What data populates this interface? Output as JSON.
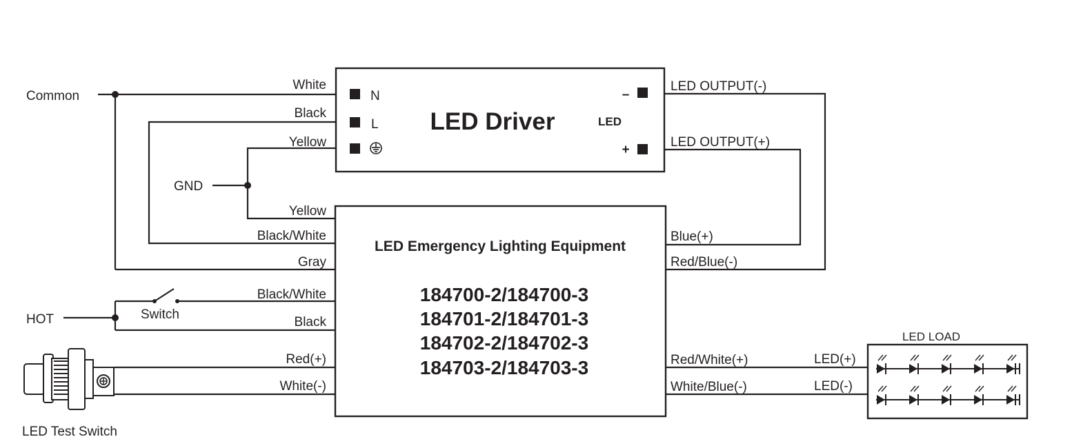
{
  "colors": {
    "ink": "#231f20",
    "background": "#ffffff"
  },
  "driver": {
    "title": "LED Driver",
    "led_tag": "LED",
    "terminal_n": "N",
    "terminal_l": "L",
    "terminal_minus": "–",
    "terminal_plus": "+",
    "ground_icon": "ground-symbol-icon"
  },
  "equipment": {
    "title": "LED Emergency Lighting Equipment",
    "models": [
      "184700-2/184700-3",
      "184701-2/184701-3",
      "184702-2/184702-3",
      "184703-2/184703-3"
    ]
  },
  "sources": {
    "common": "Common",
    "gnd": "GND",
    "hot": "HOT",
    "switch": "Switch",
    "test_switch": "LED Test Switch"
  },
  "wires_left": {
    "driver_white": "White",
    "driver_black": "Black",
    "driver_yellow": "Yellow",
    "equip_yellow": "Yellow",
    "equip_black_white_1": "Black/White",
    "equip_gray": "Gray",
    "equip_black_white_2": "Black/White",
    "equip_black": "Black",
    "equip_red": "Red(+)",
    "equip_white": "White(-)"
  },
  "wires_right": {
    "led_output_minus": "LED OUTPUT(-)",
    "led_output_plus": "LED OUTPUT(+)",
    "blue_plus": "Blue(+)",
    "red_blue_minus": "Red/Blue(-)",
    "red_white_plus": "Red/White(+)",
    "white_blue_minus": "White/Blue(-)"
  },
  "load": {
    "title": "LED LOAD",
    "led_plus": "LED(+)",
    "led_minus": "LED(-)"
  }
}
